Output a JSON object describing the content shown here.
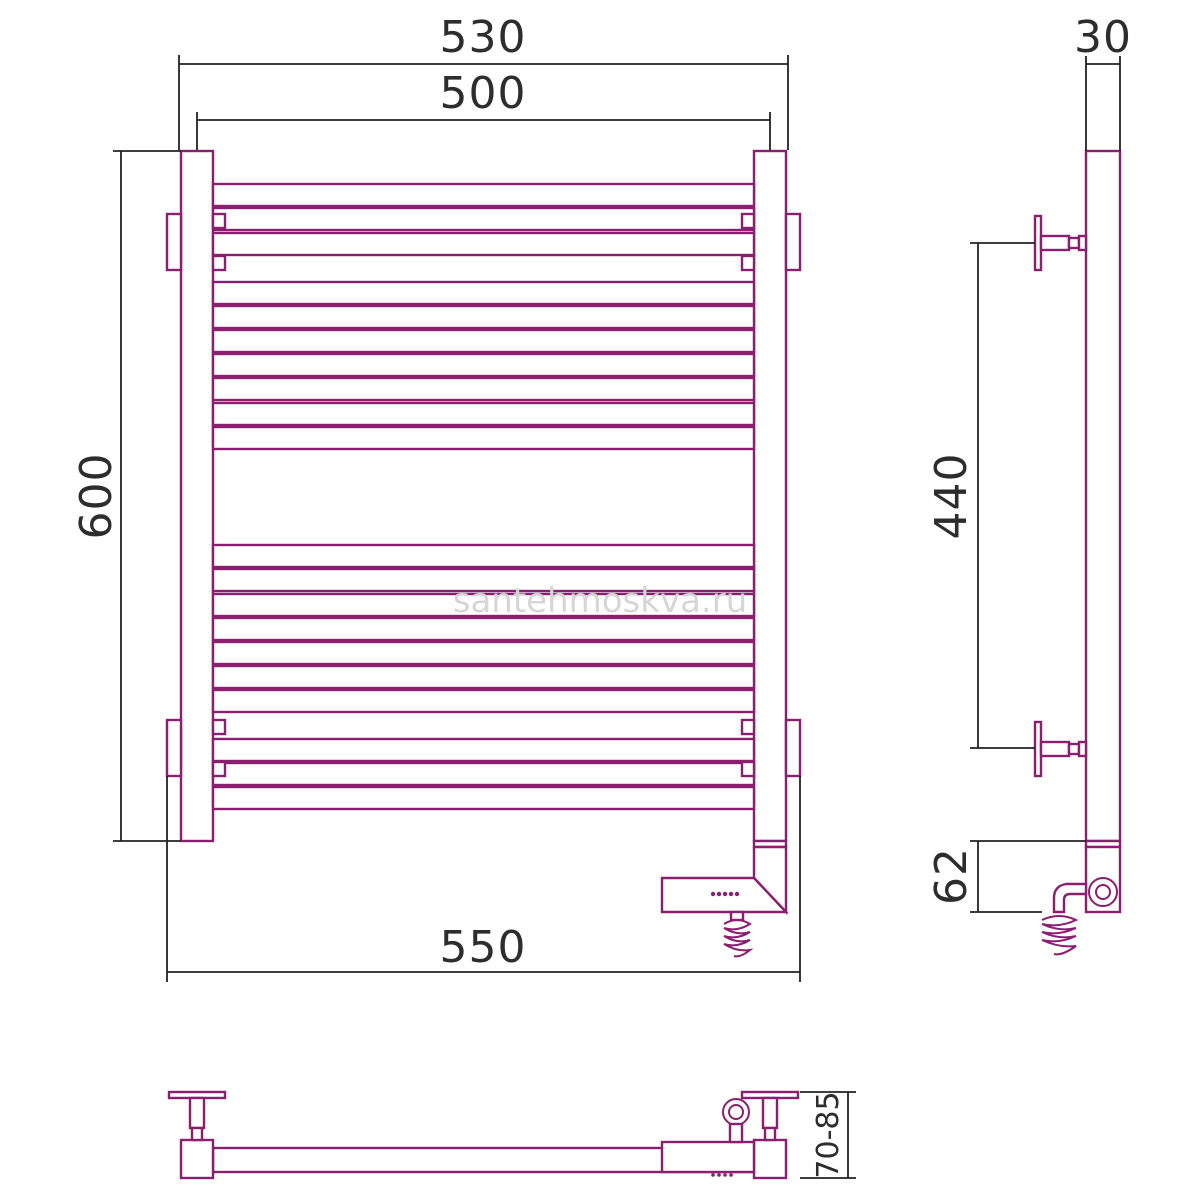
{
  "dimensions": {
    "overall_width": "530",
    "center_width": "500",
    "height": "600",
    "base_width": "550",
    "depth": "30",
    "mount_spacing": "440",
    "heater_offset": "62",
    "wall_distance": "70-85"
  },
  "watermark": "santehmoskva.ru",
  "colors": {
    "outline": "#8a1f6f",
    "dimension": "#222222",
    "background": "#ffffff"
  }
}
